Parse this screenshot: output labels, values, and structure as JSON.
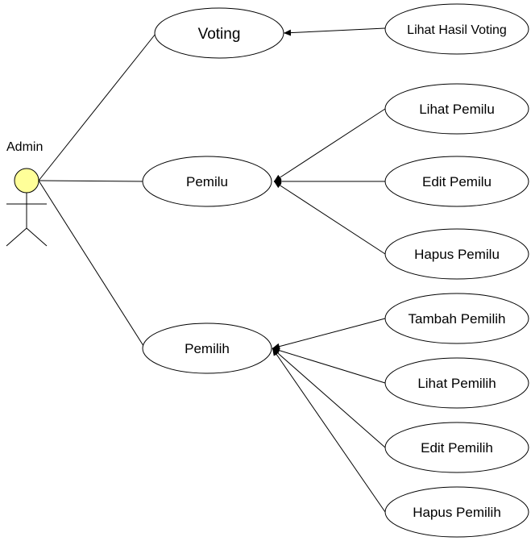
{
  "actor": {
    "name": "Admin",
    "head_color": "#ffff99"
  },
  "use_cases": {
    "voting": "Voting",
    "pemilu": "Pemilu",
    "pemilih": "Pemilih",
    "lihat_hasil_voting": "Lihat Hasil Voting",
    "lihat_pemilu": "Lihat Pemilu",
    "edit_pemilu": "Edit Pemilu",
    "hapus_pemilu": "Hapus Pemilu",
    "tambah_pemilih": "Tambah Pemilih",
    "lihat_pemilih": "Lihat Pemilih",
    "edit_pemilih": "Edit Pemilih",
    "hapus_pemilih": "Hapus Pemilih"
  }
}
